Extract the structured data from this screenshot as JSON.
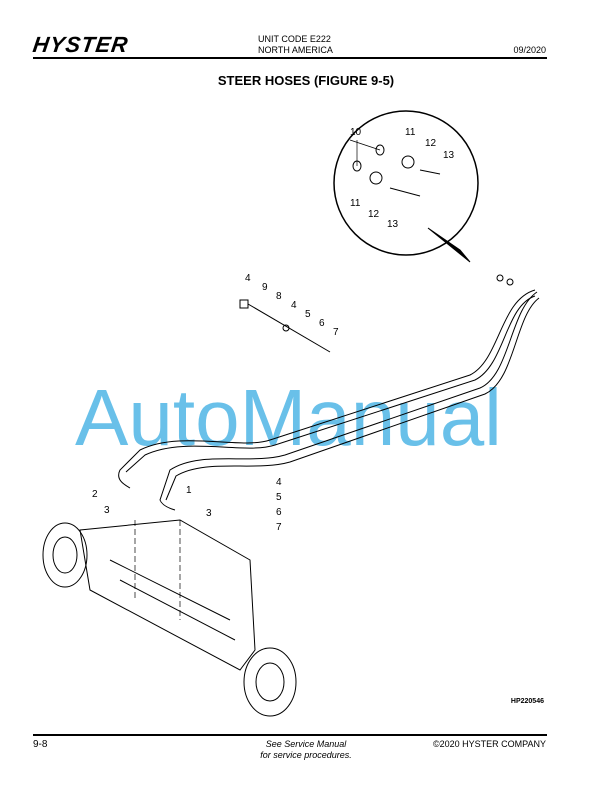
{
  "header": {
    "logo": "HYSTER",
    "unit_code": "UNIT CODE E222",
    "region": "NORTH AMERICA",
    "date": "09/2020"
  },
  "title": "STEER HOSES (FIGURE 9-5)",
  "figure": {
    "inset_callouts": [
      "10",
      "11",
      "12",
      "13",
      "11",
      "12",
      "13"
    ],
    "upper_callouts": [
      "4",
      "9",
      "8",
      "4",
      "5",
      "6",
      "7"
    ],
    "lower_callouts": [
      "2",
      "3",
      "1",
      "3",
      "4",
      "5",
      "6",
      "7"
    ],
    "figure_number": "HP220546"
  },
  "watermark": "AutoManual",
  "footer": {
    "page": "9-8",
    "note_line1": "See Service Manual",
    "note_line2": "for service procedures.",
    "copyright": "©2020 HYSTER COMPANY"
  }
}
